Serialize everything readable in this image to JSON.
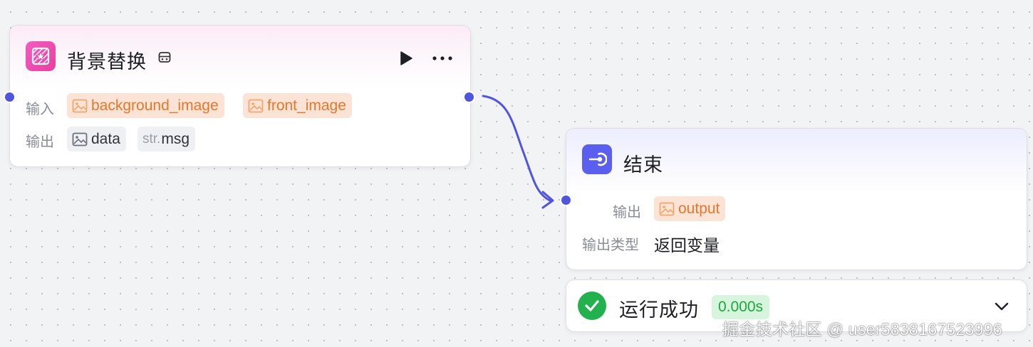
{
  "nodes": {
    "background_replace": {
      "title": "背景替换",
      "icon": "image-sparkle-icon",
      "accent_color": "#ef4fb0",
      "input_label": "输入",
      "output_label": "输出",
      "inputs": [
        {
          "name": "background_image",
          "type_icon": "image-icon"
        },
        {
          "name": "front_image",
          "type_icon": "image-icon"
        }
      ],
      "outputs": [
        {
          "name": "data",
          "type_icon": "image-icon"
        },
        {
          "name": "msg",
          "type_prefix": "str."
        }
      ],
      "actions": [
        "play-icon",
        "more-icon"
      ]
    },
    "end": {
      "title": "结束",
      "icon": "end-icon",
      "accent_color": "#5b5ff0",
      "output_label": "输出",
      "output_var": {
        "name": "output",
        "type_icon": "image-icon"
      },
      "output_type_label": "输出类型",
      "output_type_value": "返回变量"
    }
  },
  "status": {
    "text": "运行成功",
    "duration": "0.000s",
    "color": "#22b14c"
  },
  "edge": {
    "color": "#5055e0"
  },
  "watermark": "掘金技术社区 @ user5838167523996"
}
